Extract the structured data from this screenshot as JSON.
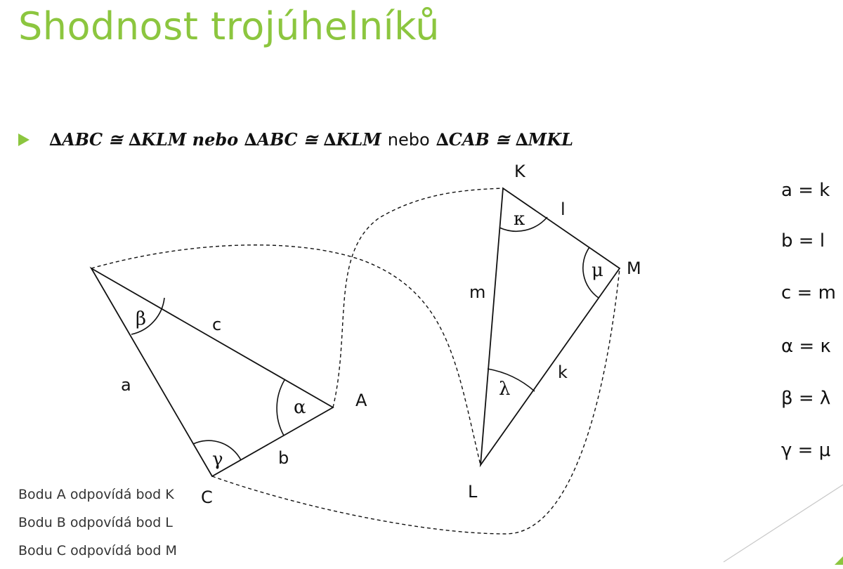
{
  "title": "Shodnost trojúhelníků",
  "formula": {
    "part1": "∆𝑨𝑩𝑪 ≅ ∆𝑲𝑳𝑴 𝒏𝒆𝒃𝒐 ∆𝑨𝑩𝑪 ≅ ∆𝑲𝑳𝑴",
    "connector": "nebo",
    "part2": "∆𝑪𝑨𝑩 ≅ ∆𝑴𝑲𝑳"
  },
  "triangle1": {
    "vertices": {
      "A": "A",
      "C": "C"
    },
    "sides": {
      "a": "a",
      "b": "b",
      "c": "c"
    },
    "angles": {
      "alpha": "α",
      "beta": "β",
      "gamma": "γ"
    }
  },
  "triangle2": {
    "vertices": {
      "K": "K",
      "L": "L",
      "M": "M"
    },
    "sides": {
      "k": "k",
      "l": "l",
      "m": "m"
    },
    "angles": {
      "kappa": "κ",
      "lambda": "λ",
      "mu": "μ"
    }
  },
  "equalities": [
    "a = k",
    "b = l",
    "c = m",
    "α = κ",
    "β = λ",
    "γ = μ"
  ],
  "correspondences": [
    "Bodu A odpovídá bod K",
    "Bodu B odpovídá bod L",
    "Bodu C odpovídá bod M"
  ],
  "colors": {
    "accent": "#8cc63f",
    "line": "#111111"
  }
}
